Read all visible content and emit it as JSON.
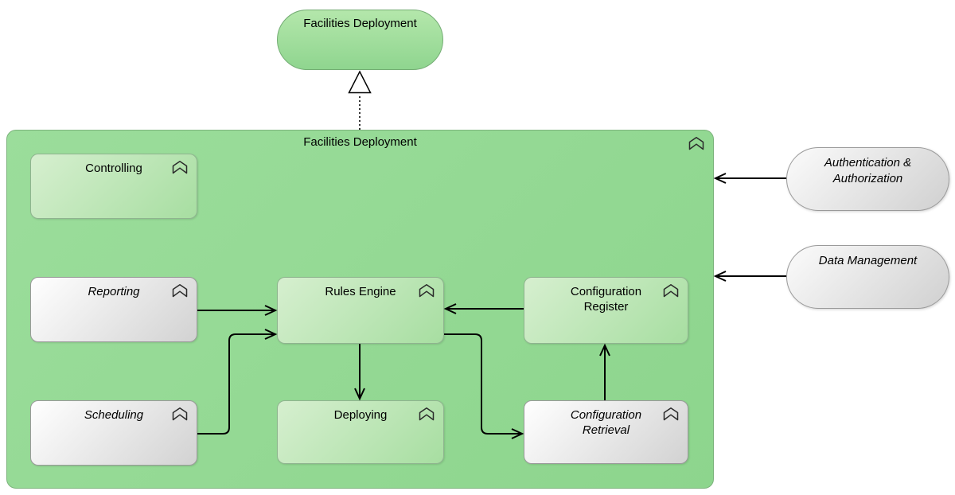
{
  "diagram": {
    "kind": "archimate-application-function-diagram",
    "parent_capsule": {
      "label": "Facilities Deployment"
    },
    "container": {
      "label": "Facilities Deployment"
    },
    "nodes": {
      "controlling": {
        "label": "Controlling",
        "style": "green-function"
      },
      "reporting": {
        "label": "Reporting",
        "style": "white-italic"
      },
      "scheduling": {
        "label": "Scheduling",
        "style": "white-italic"
      },
      "rules_engine": {
        "label": "Rules Engine",
        "style": "green-function"
      },
      "deploying": {
        "label": "Deploying",
        "style": "green-function"
      },
      "config_register": {
        "label": "Configuration\nRegister",
        "style": "green-function"
      },
      "config_retrieval": {
        "label": "Configuration\nRetrieval",
        "style": "white-italic"
      }
    },
    "external_services": {
      "auth": {
        "label": "Authentication &\nAuthorization"
      },
      "data_mgmt": {
        "label": "Data Management"
      }
    },
    "connections": [
      {
        "from": "facilities_deployment_container",
        "to": "facilities_deployment_capsule",
        "type": "realization (dotted line, hollow triangle)"
      },
      {
        "from": "reporting",
        "to": "rules_engine",
        "type": "open-arrow"
      },
      {
        "from": "scheduling",
        "to": "rules_engine",
        "type": "open-arrow"
      },
      {
        "from": "config_register",
        "to": "rules_engine",
        "type": "open-arrow"
      },
      {
        "from": "rules_engine",
        "to": "deploying",
        "type": "open-arrow"
      },
      {
        "from": "rules_engine",
        "to": "config_retrieval",
        "type": "open-arrow"
      },
      {
        "from": "config_retrieval",
        "to": "config_register",
        "type": "open-arrow"
      },
      {
        "from": "authentication_authorization",
        "to": "facilities_deployment_container",
        "type": "open-arrow"
      },
      {
        "from": "data_management",
        "to": "facilities_deployment_container",
        "type": "open-arrow"
      }
    ],
    "icons": {
      "function_marker": "chevron-up-outline"
    },
    "colors": {
      "container_green": "#8fd58f",
      "node_green_light": "#d6efcf",
      "node_green_dark": "#a7dea1",
      "node_white": "#ffffff",
      "node_gray": "#d2d2d2",
      "line_black": "#000000",
      "border_green": "#8fb48f",
      "border_gray": "#9a9a9a"
    }
  }
}
